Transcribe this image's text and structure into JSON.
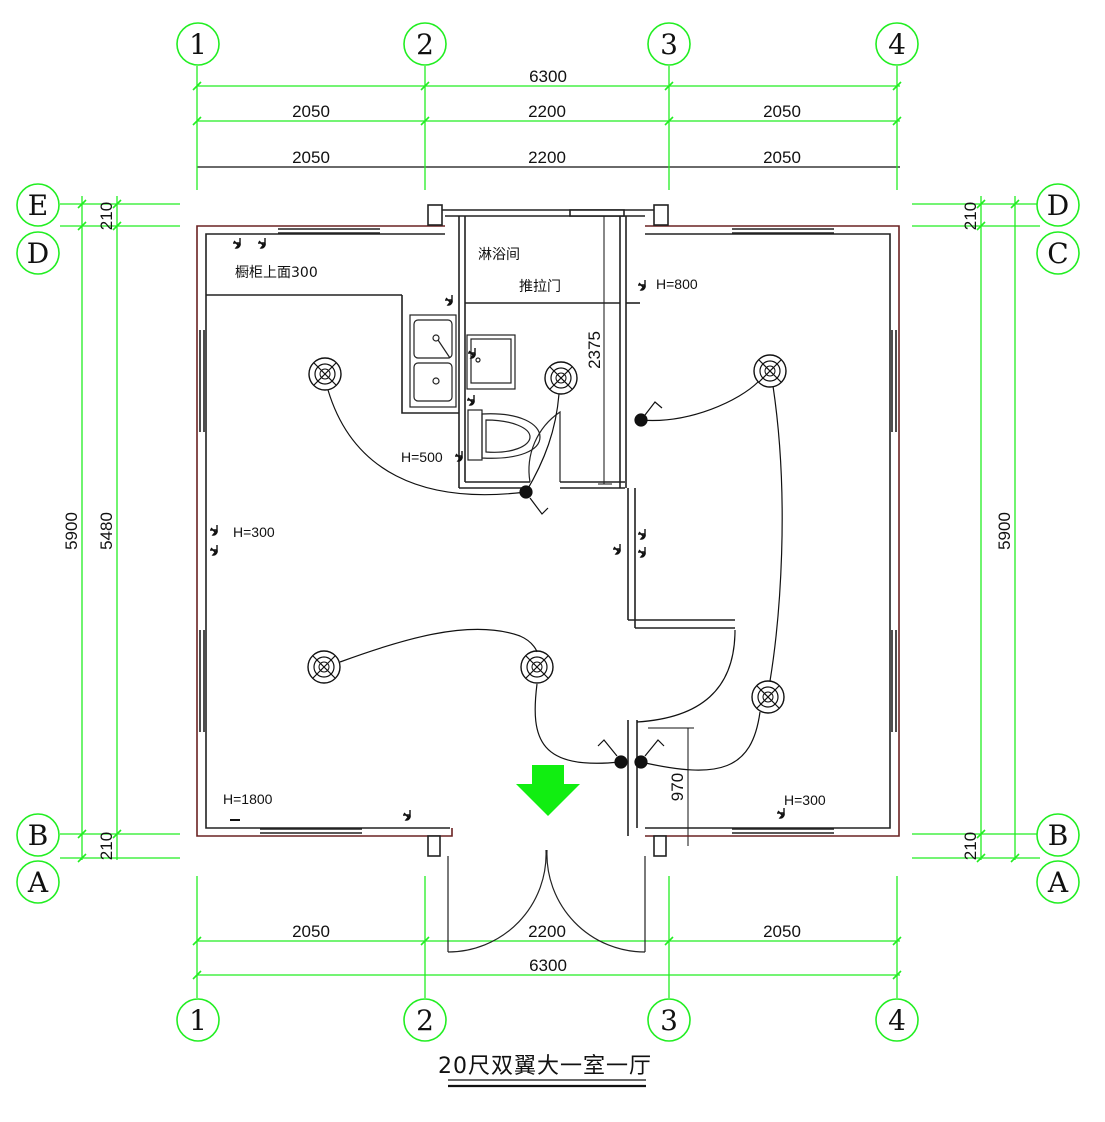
{
  "title": "20尺双翼大一室一厅",
  "colors": {
    "dimension": "#22ee22",
    "wall": "#222222",
    "wire": "#111111",
    "arrow": "#11ee11",
    "wall_edge": "#8a2a2a"
  },
  "grid_labels": {
    "col1": "1",
    "col2": "2",
    "col3": "3",
    "col4": "4",
    "rowA": "A",
    "rowB": "B",
    "rowC": "C",
    "rowD": "D",
    "rowE": "E"
  },
  "dimensions": {
    "top_total": "6300",
    "top_a1": "2050",
    "top_a2": "2200",
    "top_a3": "2050",
    "top_b1": "2050",
    "top_b2": "2200",
    "top_b3": "2050",
    "bottom_1": "2050",
    "bottom_2": "2200",
    "bottom_3": "2050",
    "bottom_total": "6300",
    "left_total": "5900",
    "left_inner": "5480",
    "left_top": "210",
    "left_bottom": "210",
    "right_total": "5900",
    "right_top": "210",
    "right_bottom": "210",
    "bath_height": "2375",
    "door_width": "970"
  },
  "labels": {
    "cabinet": "橱柜上面300",
    "shower": "淋浴间",
    "sliding_door": "推拉门",
    "h800": "H=800",
    "h500": "H=500",
    "h300_left": "H=300",
    "h1800": "H=1800",
    "h300_right": "H=300"
  }
}
